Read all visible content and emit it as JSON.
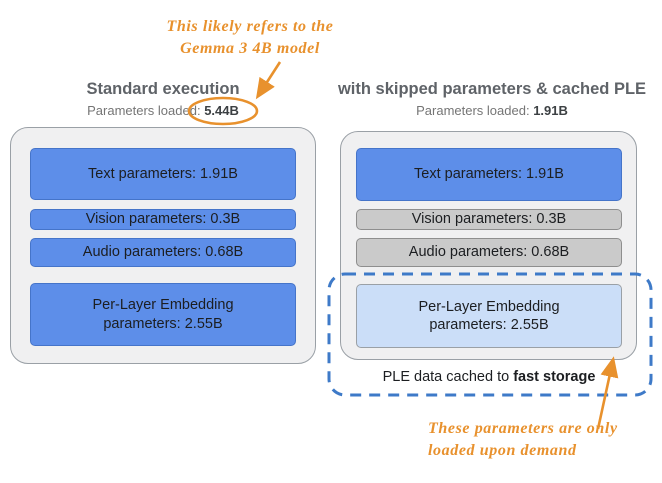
{
  "annotations": {
    "top_note": {
      "line1": "This likely refers to the",
      "line2": "Gemma 3 4B model"
    },
    "bottom_note": {
      "line1": "These parameters are only",
      "line2": "loaded upon demand"
    }
  },
  "left_panel": {
    "title": "Standard execution",
    "params_label": "Parameters loaded:",
    "params_value": "5.44B",
    "boxes": [
      {
        "label": "Text parameters: 1.91B",
        "style": "blue"
      },
      {
        "label": "Vision parameters: 0.3B",
        "style": "blue"
      },
      {
        "label": "Audio parameters: 0.68B",
        "style": "blue"
      },
      {
        "label": "Per-Layer Embedding parameters: 2.55B",
        "style": "blue"
      }
    ]
  },
  "right_panel": {
    "title": "with skipped parameters & cached PLE",
    "params_label": "Parameters loaded:",
    "params_value": "1.91B",
    "boxes": [
      {
        "label": "Text parameters: 1.91B",
        "style": "blue"
      },
      {
        "label": "Vision parameters: 0.3B",
        "style": "gray-skipped"
      },
      {
        "label": "Audio parameters: 0.68B",
        "style": "gray-skipped"
      },
      {
        "label": "Per-Layer Embedding parameters: 2.55B",
        "style": "light-blue-cached"
      }
    ],
    "cache_note": {
      "prefix": "PLE data cached to ",
      "bold": "fast storage"
    }
  },
  "colors": {
    "accent-orange": "#E8912D",
    "dashed-blue": "#3E7AC8",
    "box-blue": "#5D8EE9",
    "box-blue-border": "#4574C9",
    "box-gray": "#CACACA",
    "box-gray-border": "#8E8E8E",
    "box-lightblue": "#CBDEF8",
    "panel-bg": "#F0F0F1",
    "panel-border": "#9AA0A6"
  }
}
